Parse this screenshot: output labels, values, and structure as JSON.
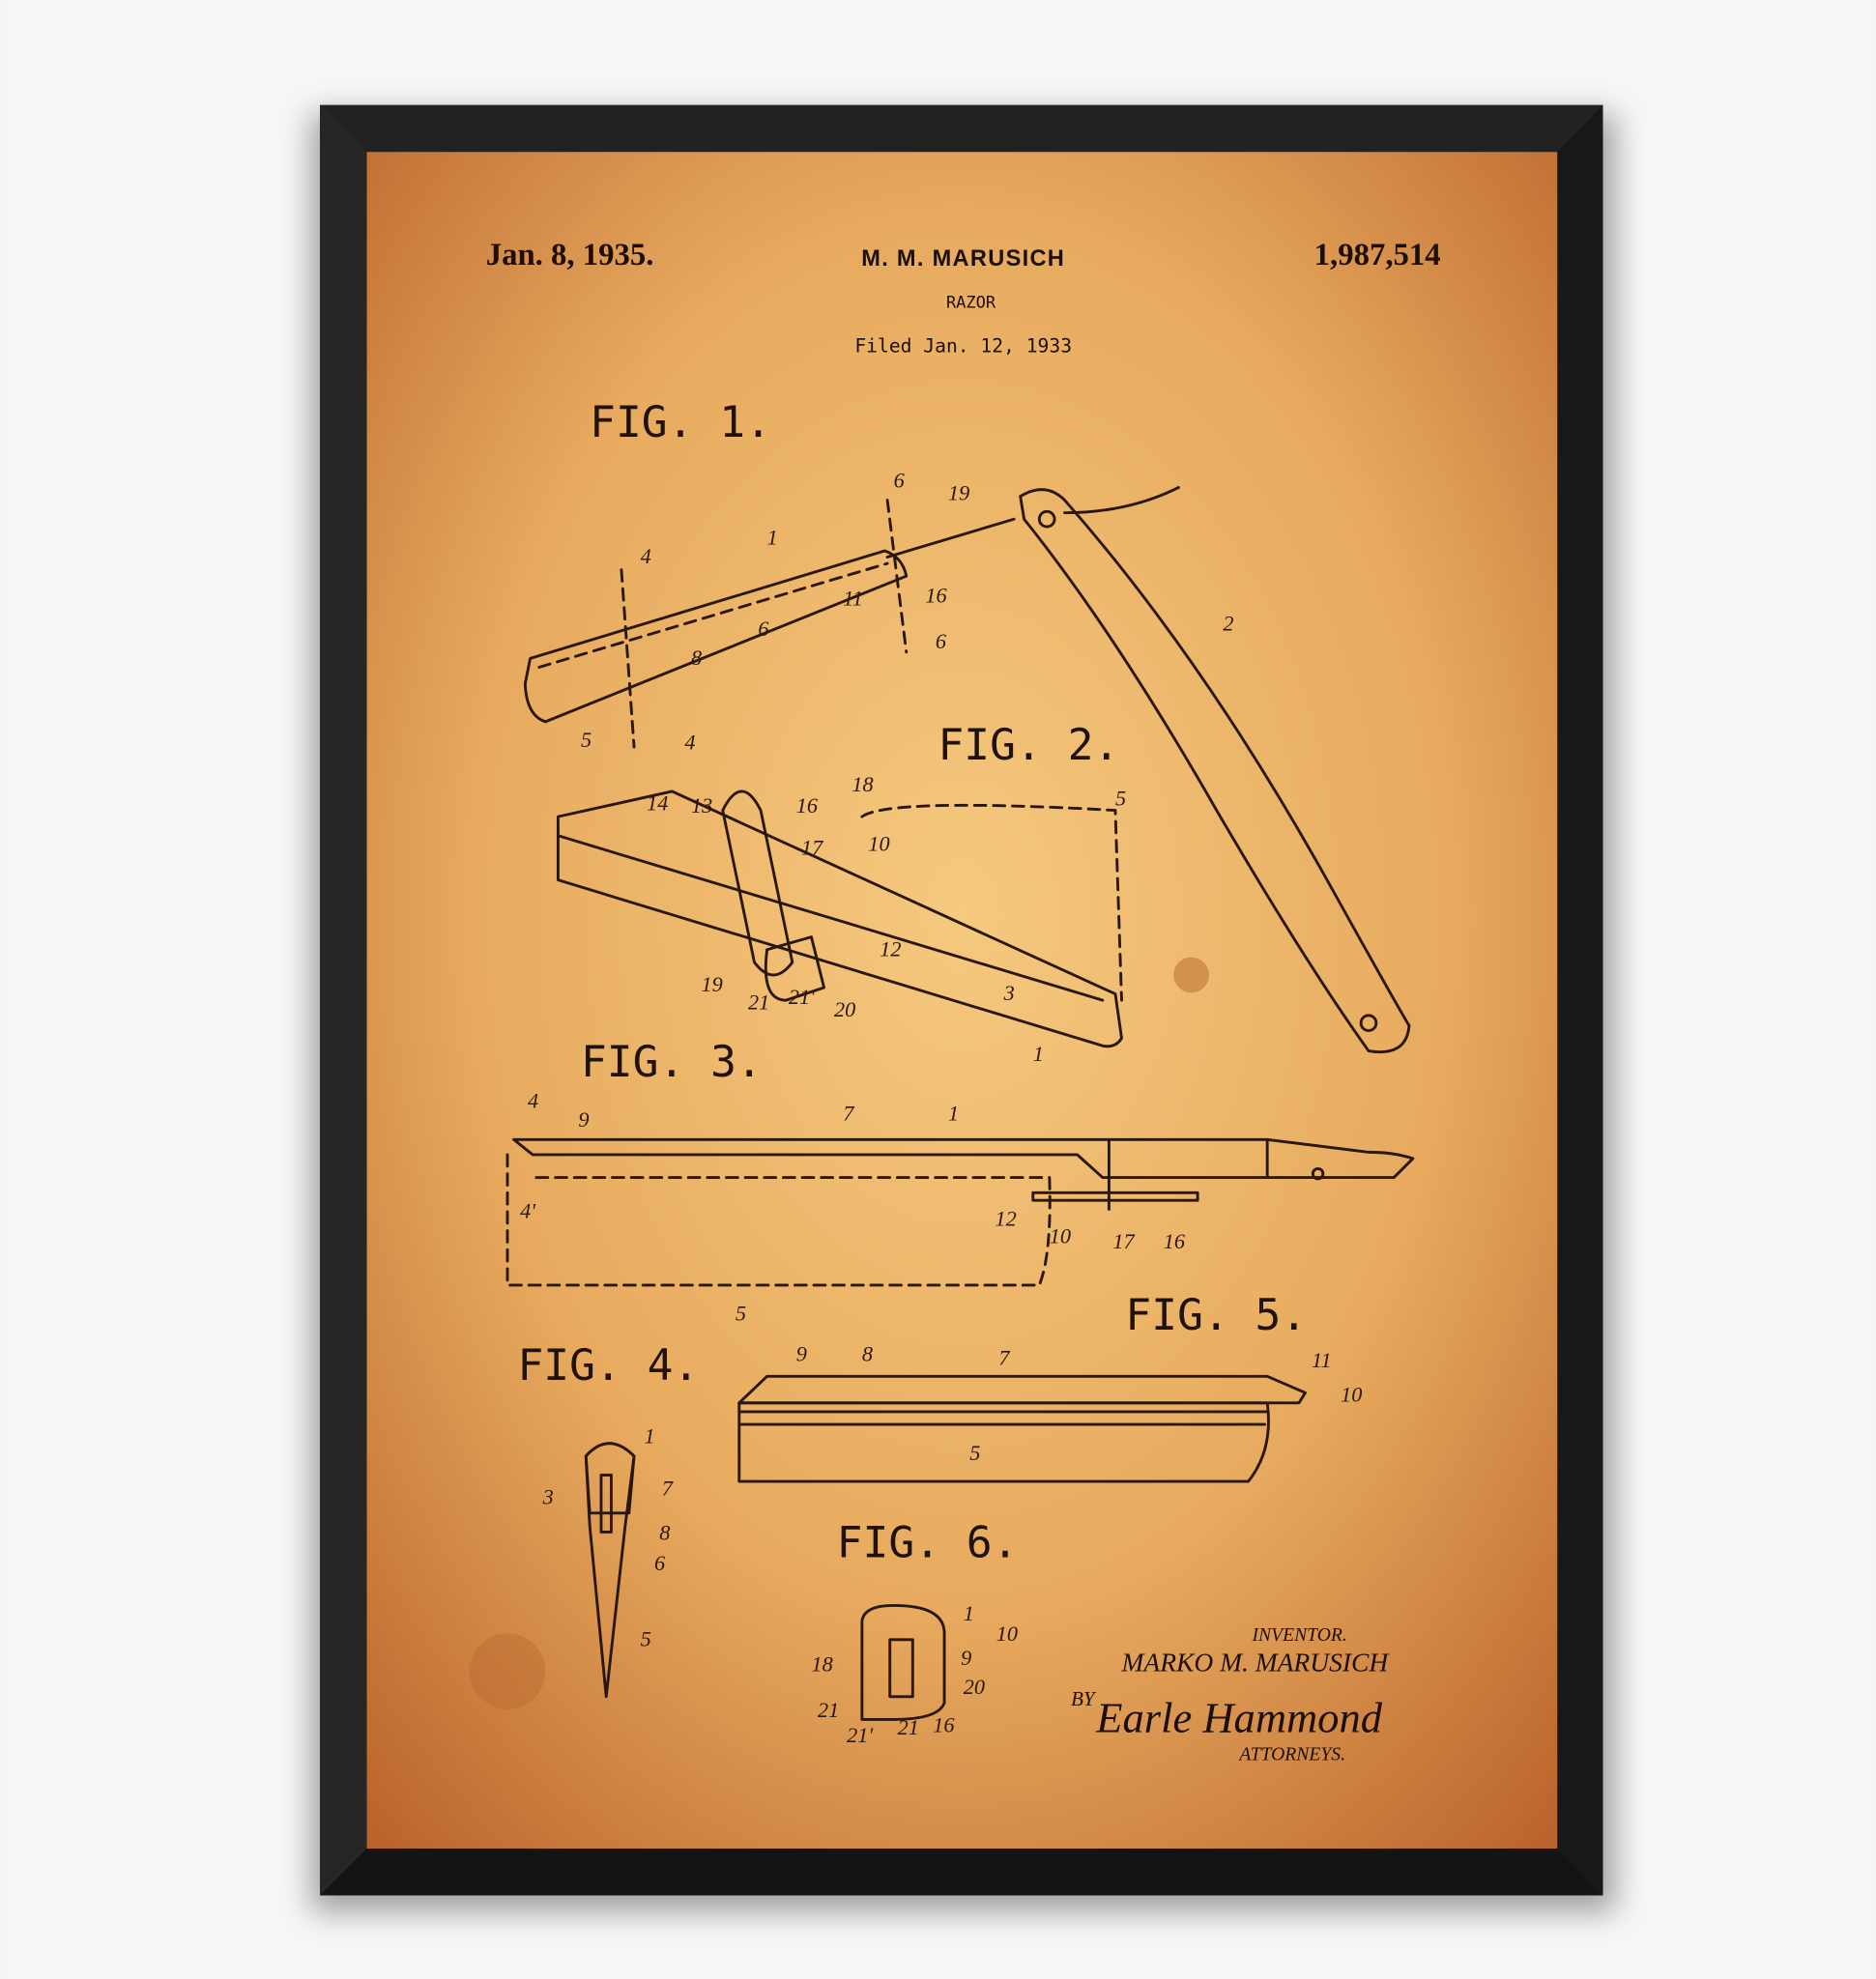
{
  "header": {
    "date": "Jan. 8, 1935.",
    "inventor_name": "M. M. MARUSICH",
    "patent_number": "1,987,514",
    "title": "RAZOR",
    "filed": "Filed Jan. 12, 1933"
  },
  "figures": {
    "fig1": {
      "label": "FIG. 1.",
      "numerals": [
        "6",
        "19",
        "1",
        "4",
        "2",
        "11",
        "16",
        "6",
        "8",
        "6",
        "5",
        "4"
      ]
    },
    "fig2": {
      "label": "FIG. 2.",
      "numerals": [
        "18",
        "14",
        "13",
        "16",
        "5",
        "17",
        "10",
        "12",
        "3",
        "19",
        "21",
        "21'",
        "20",
        "1"
      ]
    },
    "fig3": {
      "label": "FIG. 3.",
      "numerals": [
        "4",
        "9",
        "7",
        "1",
        "4'",
        "12",
        "10",
        "17",
        "16",
        "5"
      ]
    },
    "fig4": {
      "label": "FIG. 4.",
      "numerals": [
        "1",
        "3",
        "7",
        "8",
        "6",
        "5"
      ]
    },
    "fig5": {
      "label": "FIG. 5.",
      "numerals": [
        "9",
        "8",
        "7",
        "11",
        "10",
        "5"
      ]
    },
    "fig6": {
      "label": "FIG. 6.",
      "numerals": [
        "1",
        "10",
        "18",
        "9",
        "20",
        "21",
        "21'",
        "21",
        "16"
      ]
    }
  },
  "signature": {
    "inventor_heading": "INVENTOR.",
    "inventor": "MARKO M. MARUSICH",
    "by": "BY",
    "attorney_signature": "Earle Hammond",
    "attorneys": "ATTORNEYS."
  },
  "colors": {
    "frame": "#1c1c1c",
    "paper_center": "#f2c27a",
    "paper_edge": "#c46a2a",
    "ink": "#2a170c"
  }
}
